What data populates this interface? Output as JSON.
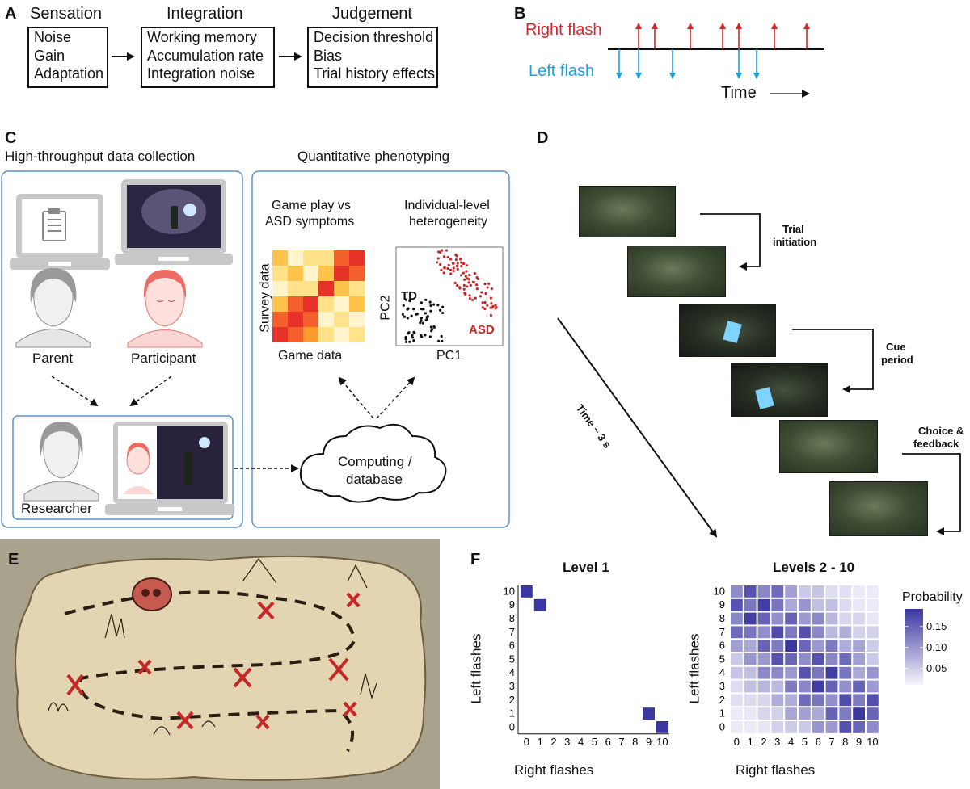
{
  "panels": {
    "A": "A",
    "B": "B",
    "C": "C",
    "D": "D",
    "E": "E",
    "F": "F"
  },
  "panelA": {
    "stages": [
      {
        "title": "Sensation",
        "items": [
          "Noise",
          "Gain",
          "Adaptation"
        ]
      },
      {
        "title": "Integration",
        "items": [
          "Working memory",
          "Accumulation rate",
          "Integration noise"
        ]
      },
      {
        "title": "Judgement",
        "items": [
          "Decision threshold",
          "Bias",
          "Trial history effects"
        ]
      }
    ]
  },
  "panelB": {
    "right_label": "Right flash",
    "left_label": "Left flash",
    "time_label": "Time",
    "colors": {
      "right": "#d7262b",
      "left": "#1ba2dc"
    }
  },
  "panelC": {
    "left_title": "High-throughput data collection",
    "right_title": "Quantitative phenotyping",
    "parent_label": "Parent",
    "participant_label": "Participant",
    "researcher_label": "Researcher",
    "cloud_label_1": "Computing /",
    "cloud_label_2": "database",
    "heatmap_title_1": "Game play vs",
    "heatmap_title_2": "ASD symptoms",
    "heatmap_ylabel": "Survey data",
    "heatmap_xlabel": "Game data",
    "scatter_title_1": "Individual-level",
    "scatter_title_2": "heterogeneity",
    "scatter_ylabel": "PC2",
    "scatter_xlabel": "PC1",
    "td_label": "TD",
    "asd_label": "ASD"
  },
  "panelD": {
    "trial_initiation": [
      "Trial",
      "initiation"
    ],
    "cue_period": [
      "Cue",
      "period"
    ],
    "choice_feedback": [
      "Choice &",
      "feedback"
    ],
    "time_label": "Time ~ 3 s"
  },
  "chart_data": [
    {
      "type": "heatmap",
      "title": "Level 1",
      "xlabel": "Right flashes",
      "ylabel": "Left flashes",
      "x": [
        0,
        1,
        2,
        3,
        4,
        5,
        6,
        7,
        8,
        9,
        10
      ],
      "y": [
        0,
        1,
        2,
        3,
        4,
        5,
        6,
        7,
        8,
        9,
        10
      ],
      "cells": [
        [
          0,
          10
        ],
        [
          1,
          9
        ],
        [
          9,
          1
        ],
        [
          10,
          0
        ]
      ]
    },
    {
      "type": "heatmap",
      "title": "Levels 2 - 10",
      "xlabel": "Right flashes",
      "ylabel": "Left flashes",
      "x": [
        0,
        1,
        2,
        3,
        4,
        5,
        6,
        7,
        8,
        9,
        10
      ],
      "y": [
        0,
        1,
        2,
        3,
        4,
        5,
        6,
        7,
        8,
        9,
        10
      ],
      "legend_title": "Probability",
      "legend_ticks": [
        "0.15",
        "0.10",
        "0.05"
      ],
      "color_low": "#f4f3fb",
      "color_high": "#3b37a0"
    }
  ]
}
